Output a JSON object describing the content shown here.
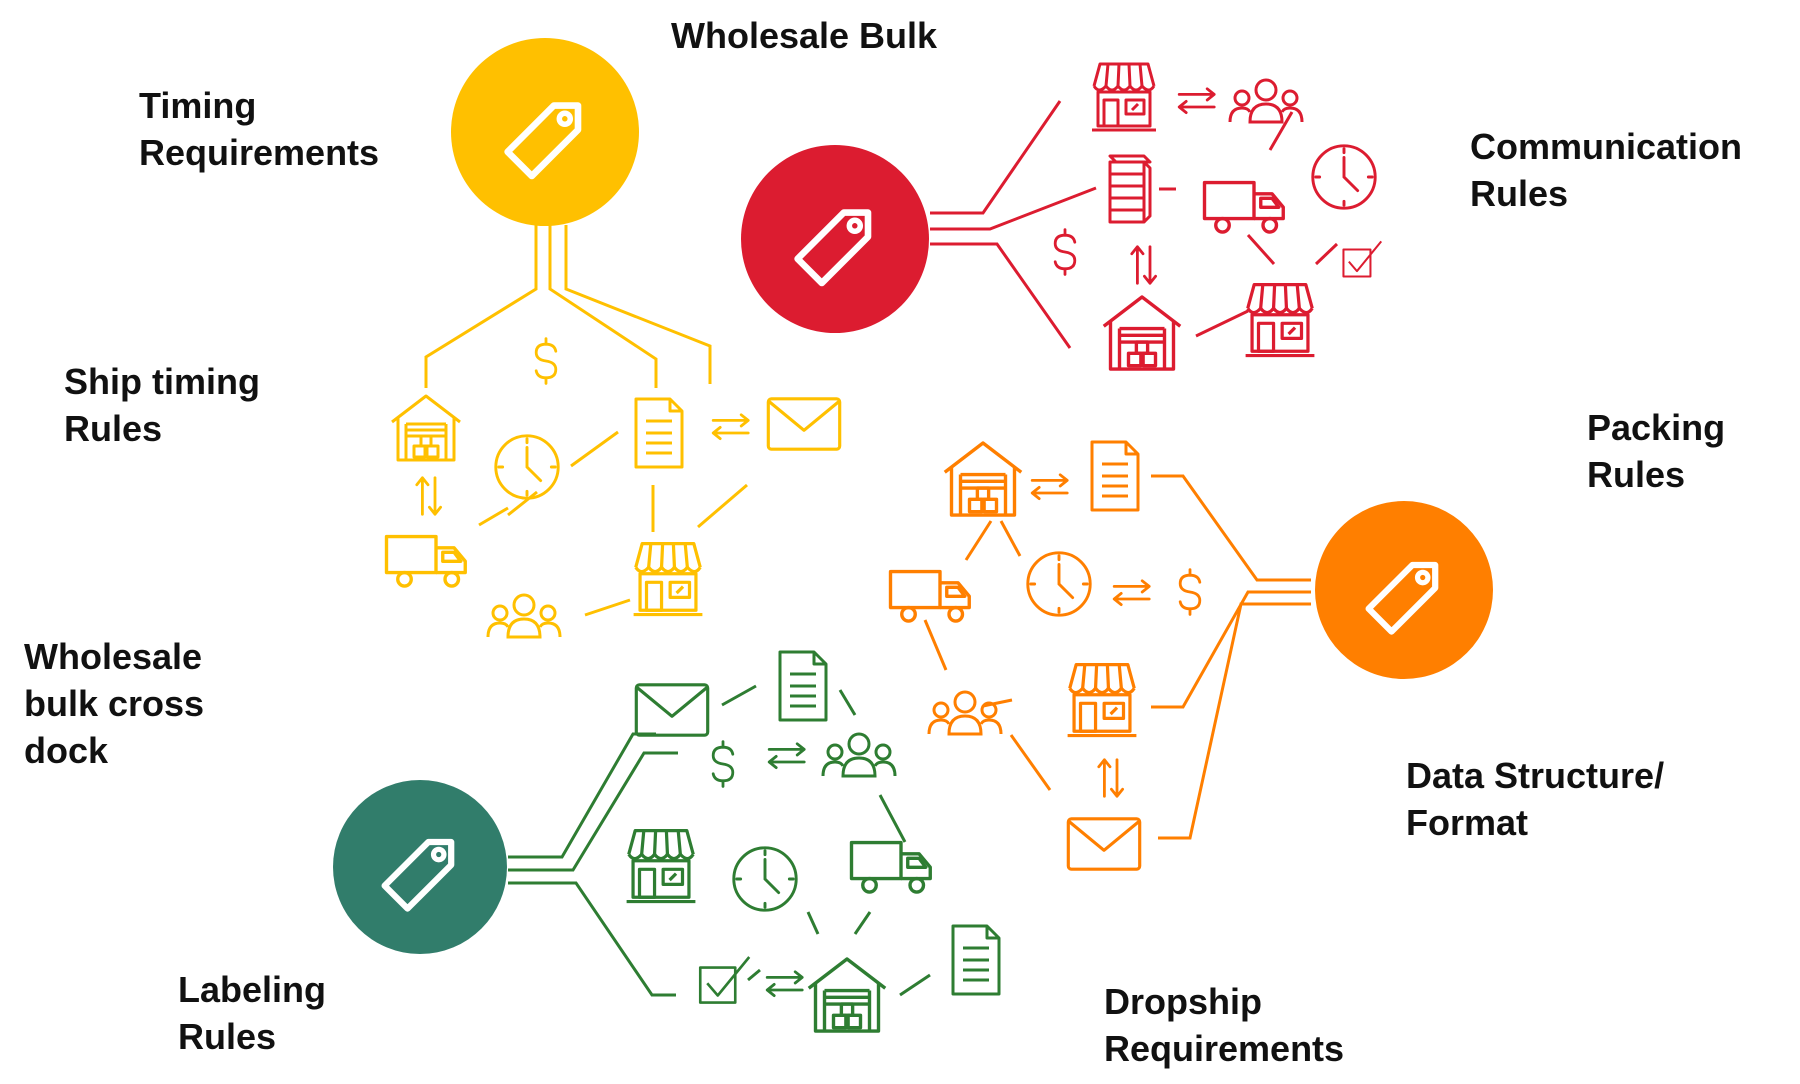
{
  "labels": {
    "wholesale_bulk": [
      "Wholesale Bulk"
    ],
    "timing": [
      "Timing",
      "Requirements"
    ],
    "ship_timing": [
      "Ship timing",
      "Rules"
    ],
    "wholesale_cross_dock": [
      "Wholesale",
      "bulk cross",
      "dock"
    ],
    "labeling": [
      "Labeling",
      "Rules"
    ],
    "communication": [
      "Communication",
      "Rules"
    ],
    "packing": [
      "Packing",
      "Rules"
    ],
    "data_structure": [
      "Data Structure/",
      "Format"
    ],
    "dropship": [
      "Dropship",
      "Requirements"
    ]
  },
  "clusters": [
    {
      "id": "wholesale-bulk",
      "color": "#DC1C30",
      "hub_icon": "price-tag-icon",
      "icons": [
        "store-icon",
        "people-icon",
        "inventory-stack-icon",
        "delivery-truck-icon",
        "clock-icon",
        "dollar-icon",
        "up-down-arrows-icon",
        "checkbox-icon",
        "warehouse-icon",
        "store-icon"
      ]
    },
    {
      "id": "timing-requirements",
      "color": "#FFC000",
      "hub_icon": "price-tag-icon",
      "icons": [
        "dollar-icon",
        "warehouse-icon",
        "document-icon",
        "swap-arrows-icon",
        "envelope-icon",
        "clock-icon",
        "up-down-arrows-icon",
        "delivery-truck-icon",
        "store-icon",
        "people-icon"
      ]
    },
    {
      "id": "packing-data",
      "color": "#FF7F00",
      "hub_icon": "price-tag-icon",
      "icons": [
        "warehouse-icon",
        "swap-arrows-icon",
        "document-icon",
        "delivery-truck-icon",
        "clock-icon",
        "swap-arrows-icon",
        "dollar-icon",
        "people-icon",
        "store-icon",
        "up-down-arrows-icon",
        "envelope-icon"
      ]
    },
    {
      "id": "dropship-labeling",
      "color": "#2E7D32",
      "hub_color": "#317D6B",
      "hub_icon": "price-tag-icon",
      "icons": [
        "envelope-icon",
        "document-icon",
        "dollar-icon",
        "swap-arrows-icon",
        "people-icon",
        "store-icon",
        "clock-icon",
        "delivery-truck-icon",
        "checkbox-icon",
        "swap-arrows-icon",
        "warehouse-icon",
        "document-icon"
      ]
    }
  ]
}
